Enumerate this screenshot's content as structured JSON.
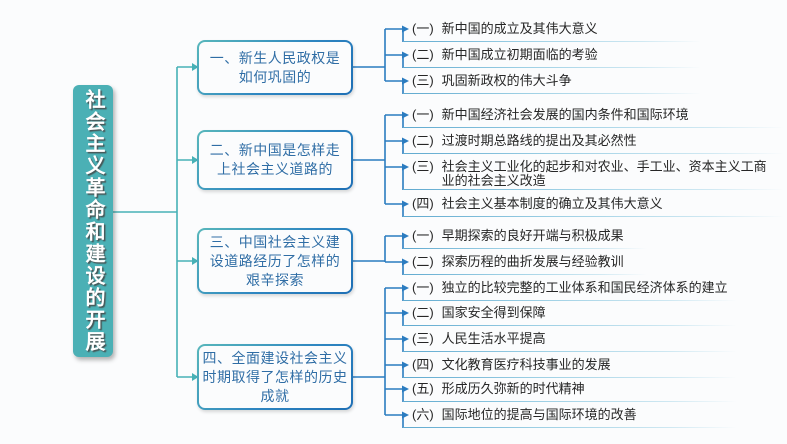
{
  "root": {
    "title": "社会主义革命和建设的开展"
  },
  "topics": [
    {
      "label": "一、新生人民政权是\n如何巩固的",
      "children": [
        {
          "num": "(一)",
          "text": "新中国的成立及其伟大意义"
        },
        {
          "num": "(二)",
          "text": "新中国成立初期面临的考验"
        },
        {
          "num": "(三)",
          "text": "巩固新政权的伟大斗争"
        }
      ]
    },
    {
      "label": "二、新中国是怎样走\n上社会主义道路的",
      "children": [
        {
          "num": "(一)",
          "text": "新中国经济社会发展的国内条件和国际环境"
        },
        {
          "num": "(二)",
          "text": "过渡时期总路线的提出及其必然性"
        },
        {
          "num": "(三)",
          "text": "社会主义工业化的起步和对农业、手工业、资本主义工商\n业的社会主义改造"
        },
        {
          "num": "(四)",
          "text": "社会主义基本制度的确立及其伟大意义"
        }
      ]
    },
    {
      "label": "三、中国社会主义建\n设道路经历了怎样的\n艰辛探索",
      "children": [
        {
          "num": "(一)",
          "text": "早期探索的良好开端与积极成果"
        },
        {
          "num": "(二)",
          "text": "探索历程的曲折发展与经验教训"
        }
      ]
    },
    {
      "label": "四、全面建设社会主义\n时期取得了怎样的历史\n成就",
      "children": [
        {
          "num": "(一)",
          "text": "独立的比较完整的工业体系和国民经济体系的建立"
        },
        {
          "num": "(二)",
          "text": "国家安全得到保障"
        },
        {
          "num": "(三)",
          "text": "人民生活水平提高"
        },
        {
          "num": "(四)",
          "text": "文化教育医疗科技事业的发展"
        },
        {
          "num": "(五)",
          "text": "形成历久弥新的时代精神"
        },
        {
          "num": "(六)",
          "text": "国际地位的提高与国际环境的改善"
        }
      ]
    }
  ],
  "colors": {
    "root_fill": "#4bb0b5",
    "left_branch": "#47b1b6",
    "right_branch": "#2b7cc0",
    "topic_border_start": "#58b7bb",
    "topic_border_end": "#1e6fb5",
    "topic_text": "#2f6da5",
    "leaf_underline": "#5fa9cf"
  }
}
